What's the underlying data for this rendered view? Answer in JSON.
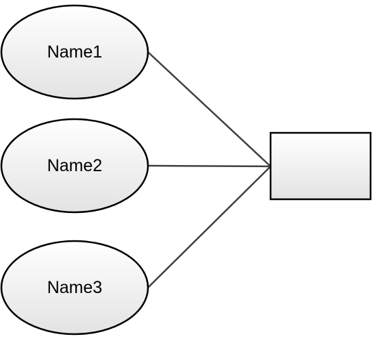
{
  "nodes": [
    {
      "id": "name1",
      "label": "Name1"
    },
    {
      "id": "name2",
      "label": "Name2"
    },
    {
      "id": "name3",
      "label": "Name3"
    }
  ],
  "target": {
    "label": ""
  },
  "colors": {
    "fill_light": "#ffffff",
    "fill_shade": "#e3e3e3",
    "stroke": "#000000",
    "edge": "#404040"
  }
}
